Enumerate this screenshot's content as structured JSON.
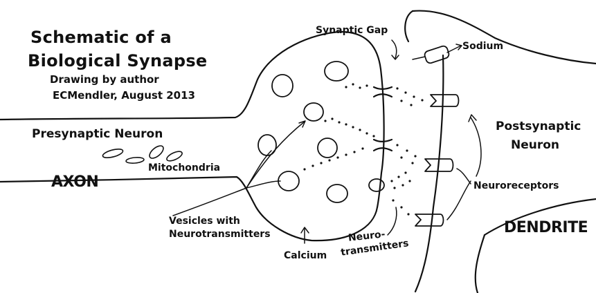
{
  "title_line1": "Schematic of a",
  "title_line2": "Biological Synapse",
  "credit_line1": "Drawing by author",
  "credit_line2": "ECMendler, August 2013",
  "labels": {
    "presynaptic": "Presynaptic Neuron",
    "mitochondria": "Mitochondria",
    "axon": "AXON",
    "vesicles_line1": "Vesicles with",
    "vesicles_line2": "Neurotransmitters",
    "calcium": "Calcium",
    "neuro_line1": "Neuro-",
    "neuro_line2": "transmitters",
    "synaptic_gap": "Synaptic Gap",
    "sodium": "Sodium",
    "postsynaptic_line1": "Postsynaptic",
    "postsynaptic_line2": "Neuron",
    "neuroreceptors": "Neuroreceptors",
    "dendrite": "DENDRITE"
  },
  "colors": {
    "ink": "#111111",
    "paper": "#ffffff"
  }
}
